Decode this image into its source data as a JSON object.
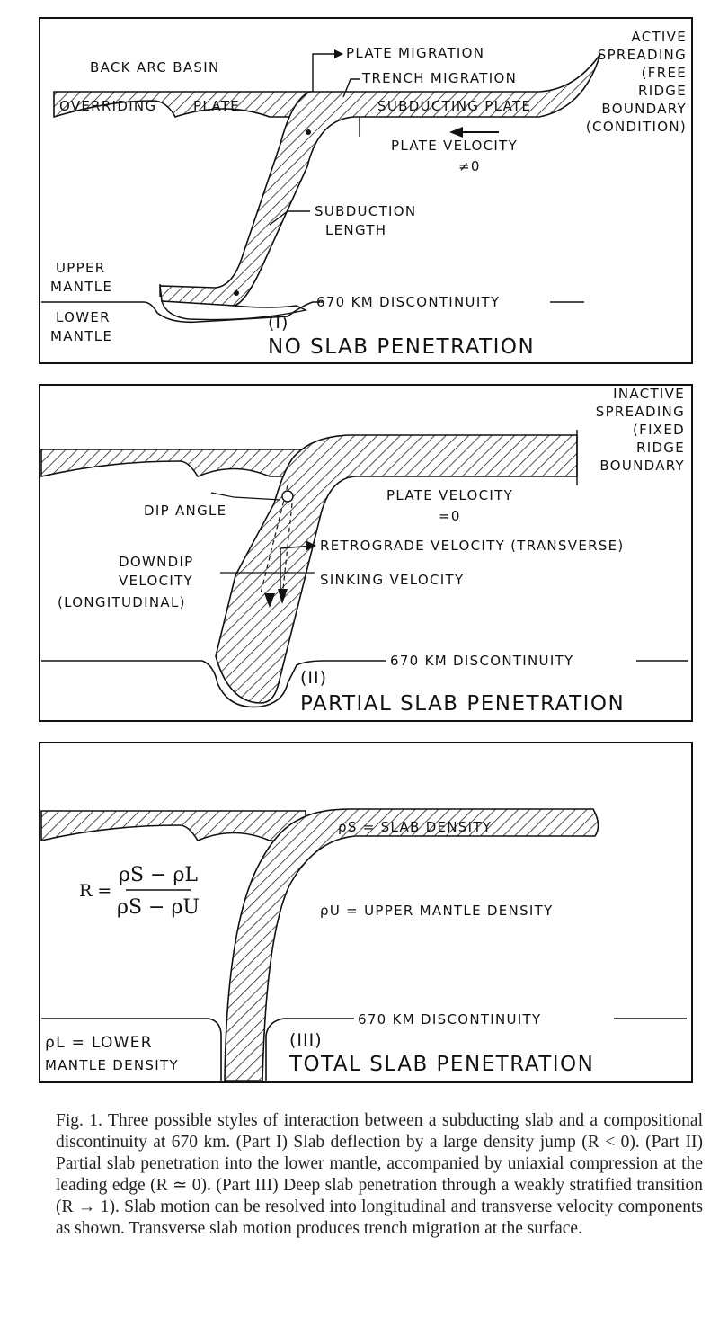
{
  "panel1": {
    "back_arc_basin": "BACK ARC BASIN",
    "overriding": "OVERRIDING",
    "plate": "PLATE",
    "plate_migration": "PLATE MIGRATION",
    "trench_migration": "TRENCH MIGRATION",
    "subducting_plate": "SUBDUCTING PLATE",
    "active_spreading": [
      "ACTIVE",
      "SPREADING",
      "(FREE",
      "RIDGE",
      "BOUNDARY",
      "(CONDITION)"
    ],
    "plate_velocity": "PLATE VELOCITY",
    "plate_velocity_value": "≠0",
    "subduction_length": [
      "SUBDUCTION",
      "LENGTH"
    ],
    "upper_mantle": [
      "UPPER",
      "MANTLE"
    ],
    "lower_mantle": [
      "LOWER",
      "MANTLE"
    ],
    "discontinuity": "670 KM DISCONTINUITY",
    "numeral": "(I)",
    "title": "NO SLAB PENETRATION"
  },
  "panel2": {
    "inactive_spreading": [
      "INACTIVE",
      "SPREADING",
      "(FIXED",
      "RIDGE",
      "BOUNDARY"
    ],
    "dip_angle": "DIP ANGLE",
    "plate_velocity": "PLATE VELOCITY",
    "plate_velocity_value": "=0",
    "retrograde_velocity": "RETROGRADE VELOCITY (TRANSVERSE)",
    "downdip_velocity": [
      "DOWNDIP",
      "VELOCITY",
      "(LONGITUDINAL)"
    ],
    "sinking_velocity": "SINKING VELOCITY",
    "discontinuity": "670 KM DISCONTINUITY",
    "numeral": "(II)",
    "title": "PARTIAL SLAB PENETRATION"
  },
  "panel3": {
    "slab_density": "ρS = SLAB DENSITY",
    "upper_mantle_density": "ρU = UPPER MANTLE DENSITY",
    "equation_lhs": "R =",
    "equation_num": "ρS − ρL",
    "equation_den": "ρS − ρU",
    "lower_mantle_density": [
      "ρL = LOWER",
      "MANTLE DENSITY"
    ],
    "discontinuity": "670 KM DISCONTINUITY",
    "numeral": "(III)",
    "title": "TOTAL SLAB PENETRATION"
  },
  "caption": {
    "label": "Fig. 1.",
    "text": "Three possible styles of interaction between a subducting slab and a compositional discontinuity at 670 km. (Part I) Slab deflection by a large density jump (R < 0). (Part II) Partial slab penetration into the lower mantle, accompanied by uniaxial compression at the leading edge (R ≃ 0). (Part III) Deep slab penetration through a weakly stratified transition (R → 1). Slab motion can be resolved into longitudinal and transverse velocity components as shown. Transverse slab motion produces trench migration at the surface."
  }
}
